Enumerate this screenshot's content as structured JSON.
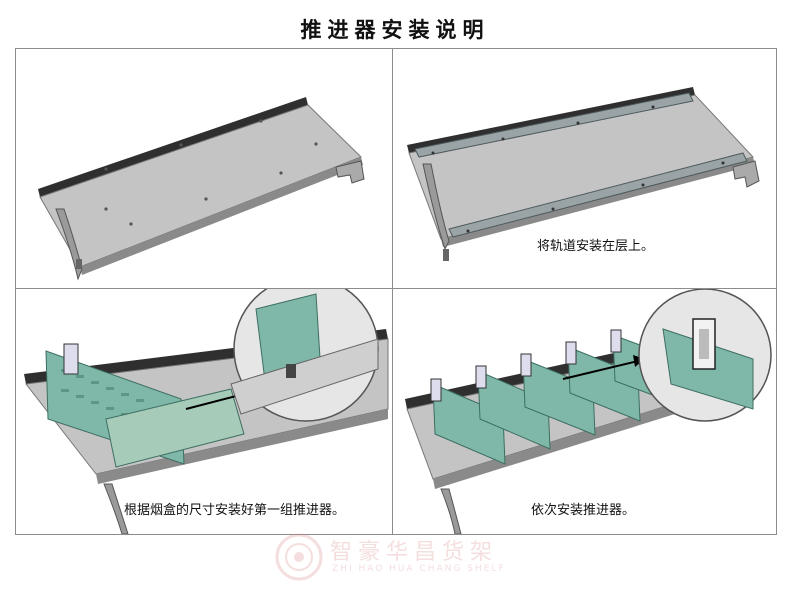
{
  "title": "推进器安装说明",
  "panels": [
    {
      "caption": ""
    },
    {
      "caption": "将轨道安装在层上。"
    },
    {
      "caption": "根据烟盒的尺寸安装好第一组推进器。"
    },
    {
      "caption": "依次安装推进器。"
    }
  ],
  "watermark": {
    "chinese": "智豪华昌货架",
    "english": "ZHI HAO HUA CHANG SHELF"
  },
  "colors": {
    "shelf_top": "#bdbdbd",
    "shelf_dark": "#3a3a3a",
    "pusher_green": "#7fb8a8",
    "frame": "#8c8c8c"
  }
}
